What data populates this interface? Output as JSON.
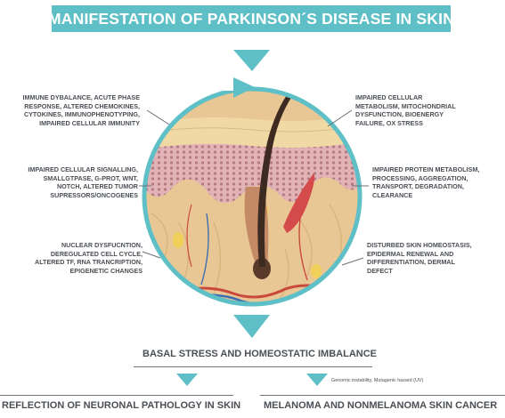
{
  "title": "MANIFESTATION OF  PARKINSON´S DISEASE IN SKIN",
  "left_labels": [
    "IMMUNE DYBALANCE, ACUTE PHASE\nRESPONSE, ALTERED CHEMOKINES,\nCYTOKINES, IMMUNOPHENOTYPING,\nIMPAIRED CELLULAR IMMUNITY",
    "IMPAIRED CELLULAR SIGNALLING,\nSMALLGTPASE, G-PROT, WNT,\nNOTCH, ALTERED TUMOR\nSUPRESSORS/ONCOGENES",
    "NUCLEAR DYSFUCNTION,\nDEREGULATED CELL CYCLE,\nALTERED TF, RNA TRANCRIPTION,\nEPIGENETIC CHANGES"
  ],
  "right_labels": [
    "IMPAIRED CELLULAR\nMETABOLISM, MITOCHONDRIAL\nDYSFUNCTION, BIOENERGY\nFAILURE, OX STRESS",
    "IMPAIRED PROTEIN METABOLISM,\nPROCESSING, AGGREGATION,\nTRANSPORT, DEGRADATION,\nCLEARANCE",
    "DISTURBED SKIN HOMEOSTASIS,\nEPIDERMAL RENEWAL AND\nDIFFERENTIATION, DERMAL\nDEFECT"
  ],
  "center_outcome": "BASAL STRESS AND HOMEOSTATIC IMBALANCE",
  "note": "Genomic instability, Mutagenic hazard (UV)",
  "bottom_left": "REFLECTION OF NEURONAL PATHOLOGY IN SKIN",
  "bottom_right": "MELANOMA AND  NONMELANOMA SKIN CANCER",
  "colors": {
    "accent": "#5fbfc6",
    "text": "#4a4f55",
    "epidermis": "#d9a3a8",
    "dermis": "#e8c68e",
    "hair": "#3d2b22"
  },
  "icons": [
    "down-arrow-icon",
    "cycle-arrow-icon",
    "skin-cross-section-illustration"
  ]
}
